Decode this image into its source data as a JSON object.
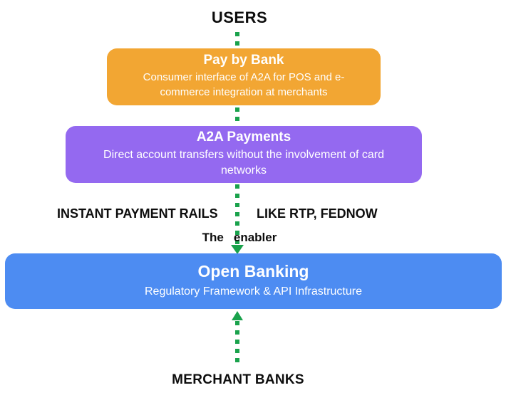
{
  "colors": {
    "orange": "#F2A633",
    "purple": "#9469F0",
    "blue": "#4D8CF2",
    "green": "#1AA24C",
    "text_dark": "#0D0D0D",
    "text_light": "#FFFFFF",
    "bg": "#FFFFFF"
  },
  "diagram": {
    "users_label": "USERS",
    "pay_by_bank": {
      "title": "Pay by Bank",
      "description": "Consumer interface of A2A for POS and e-commerce integration at merchants"
    },
    "a2a_payments": {
      "title": "A2A Payments",
      "description": "Direct account transfers without the involvement of card networks"
    },
    "rails_left": "INSTANT PAYMENT RAILS",
    "rails_right": "LIKE RTP, FEDNOW",
    "enabler": {
      "left": "The",
      "right": "enabler"
    },
    "open_banking": {
      "title": "Open Banking",
      "description": "Regulatory Framework & API Infrastructure"
    },
    "merchant_banks_label": "MERCHANT BANKS"
  }
}
